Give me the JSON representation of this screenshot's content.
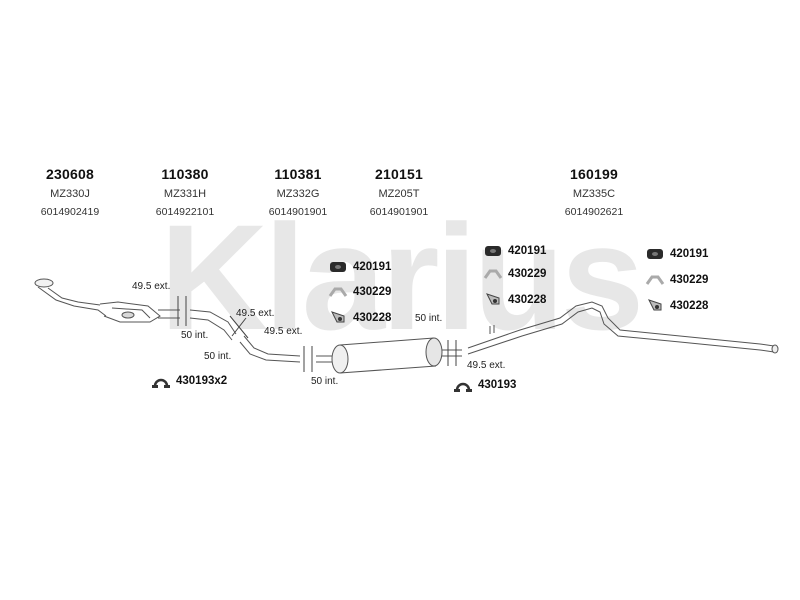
{
  "watermark": "Klarius",
  "columns": [
    {
      "part_number": "230608",
      "code": "MZ330J",
      "ean": "6014902419"
    },
    {
      "part_number": "110380",
      "code": "MZ331H",
      "ean": "6014922101"
    },
    {
      "part_number": "110381",
      "code": "MZ332G",
      "ean": "6014901901"
    },
    {
      "part_number": "210151",
      "code": "MZ205T",
      "ean": "6014901901"
    },
    {
      "part_number": "160199",
      "code": "MZ335C",
      "ean": "6014902621"
    }
  ],
  "joint_labels": {
    "j1_ext": "49.5 ext.",
    "j1_int": "50 int.",
    "j2_ext": "49.5 ext.",
    "j2_int": "50 int.",
    "j3_ext": "49.5 ext.",
    "j3_int": "50 int.",
    "j4_int": "50 int.",
    "j4_ext": "49.5 ext."
  },
  "fitting_groups": [
    {
      "items": [
        {
          "number": "420191",
          "icon": "rubber-mount-icon"
        },
        {
          "number": "430229",
          "icon": "bracket-icon"
        },
        {
          "number": "430228",
          "icon": "hanger-clamp-icon"
        }
      ]
    },
    {
      "items": [
        {
          "number": "420191",
          "icon": "rubber-mount-icon"
        },
        {
          "number": "430229",
          "icon": "bracket-icon"
        },
        {
          "number": "430228",
          "icon": "hanger-clamp-icon"
        }
      ]
    },
    {
      "items": [
        {
          "number": "420191",
          "icon": "rubber-mount-icon"
        },
        {
          "number": "430229",
          "icon": "bracket-icon"
        },
        {
          "number": "430228",
          "icon": "hanger-clamp-icon"
        }
      ]
    }
  ],
  "clamps": [
    {
      "label": "430193x2",
      "icon": "clamp-icon"
    },
    {
      "label": "430193",
      "icon": "clamp-icon"
    }
  ]
}
